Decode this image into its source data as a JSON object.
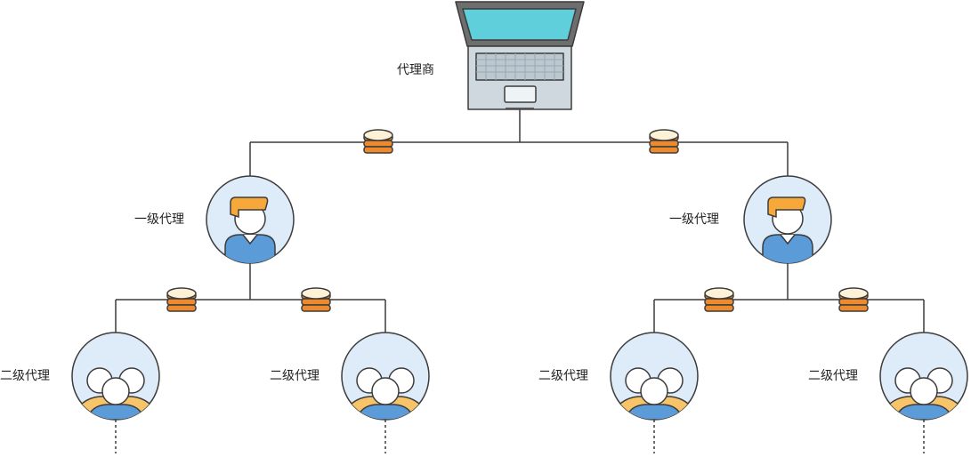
{
  "colors": {
    "line": "#3c3c3c",
    "coin_orange": "#ee8a2b",
    "coin_cream": "#fdf2d8",
    "circle_fill": "#deebf9",
    "shirt_blue": "#5b9bd8",
    "hair_orange": "#f7a83a",
    "screen_cyan": "#5fcfdc",
    "laptop_gray": "#cfd8de"
  },
  "root": {
    "label": "代理商",
    "icon": "laptop-icon"
  },
  "level1": [
    {
      "label": "一级代理",
      "icon": "person-icon"
    },
    {
      "label": "一级代理",
      "icon": "person-icon"
    }
  ],
  "level2": [
    {
      "label": "二级代理",
      "icon": "group-icon"
    },
    {
      "label": "二级代理",
      "icon": "group-icon"
    },
    {
      "label": "二级代理",
      "icon": "group-icon"
    },
    {
      "label": "二级代理",
      "icon": "group-icon"
    }
  ],
  "connector_icon": "coin-stack-icon"
}
